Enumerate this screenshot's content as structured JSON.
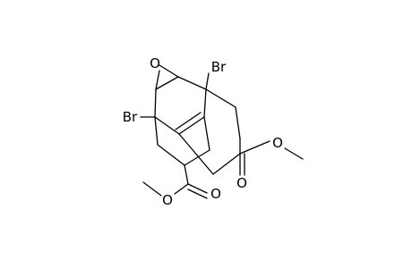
{
  "molecule": {
    "atoms": [
      {
        "id": "O_epoxide",
        "label": "O"
      },
      {
        "id": "Br_upper",
        "label": "Br"
      },
      {
        "id": "Br_lower",
        "label": "Br"
      },
      {
        "id": "O_ester1_carbonyl",
        "label": "O"
      },
      {
        "id": "O_ester1_ether",
        "label": "O"
      },
      {
        "id": "O_ester2_carbonyl",
        "label": "O"
      },
      {
        "id": "O_ester2_ether",
        "label": "O"
      }
    ]
  }
}
